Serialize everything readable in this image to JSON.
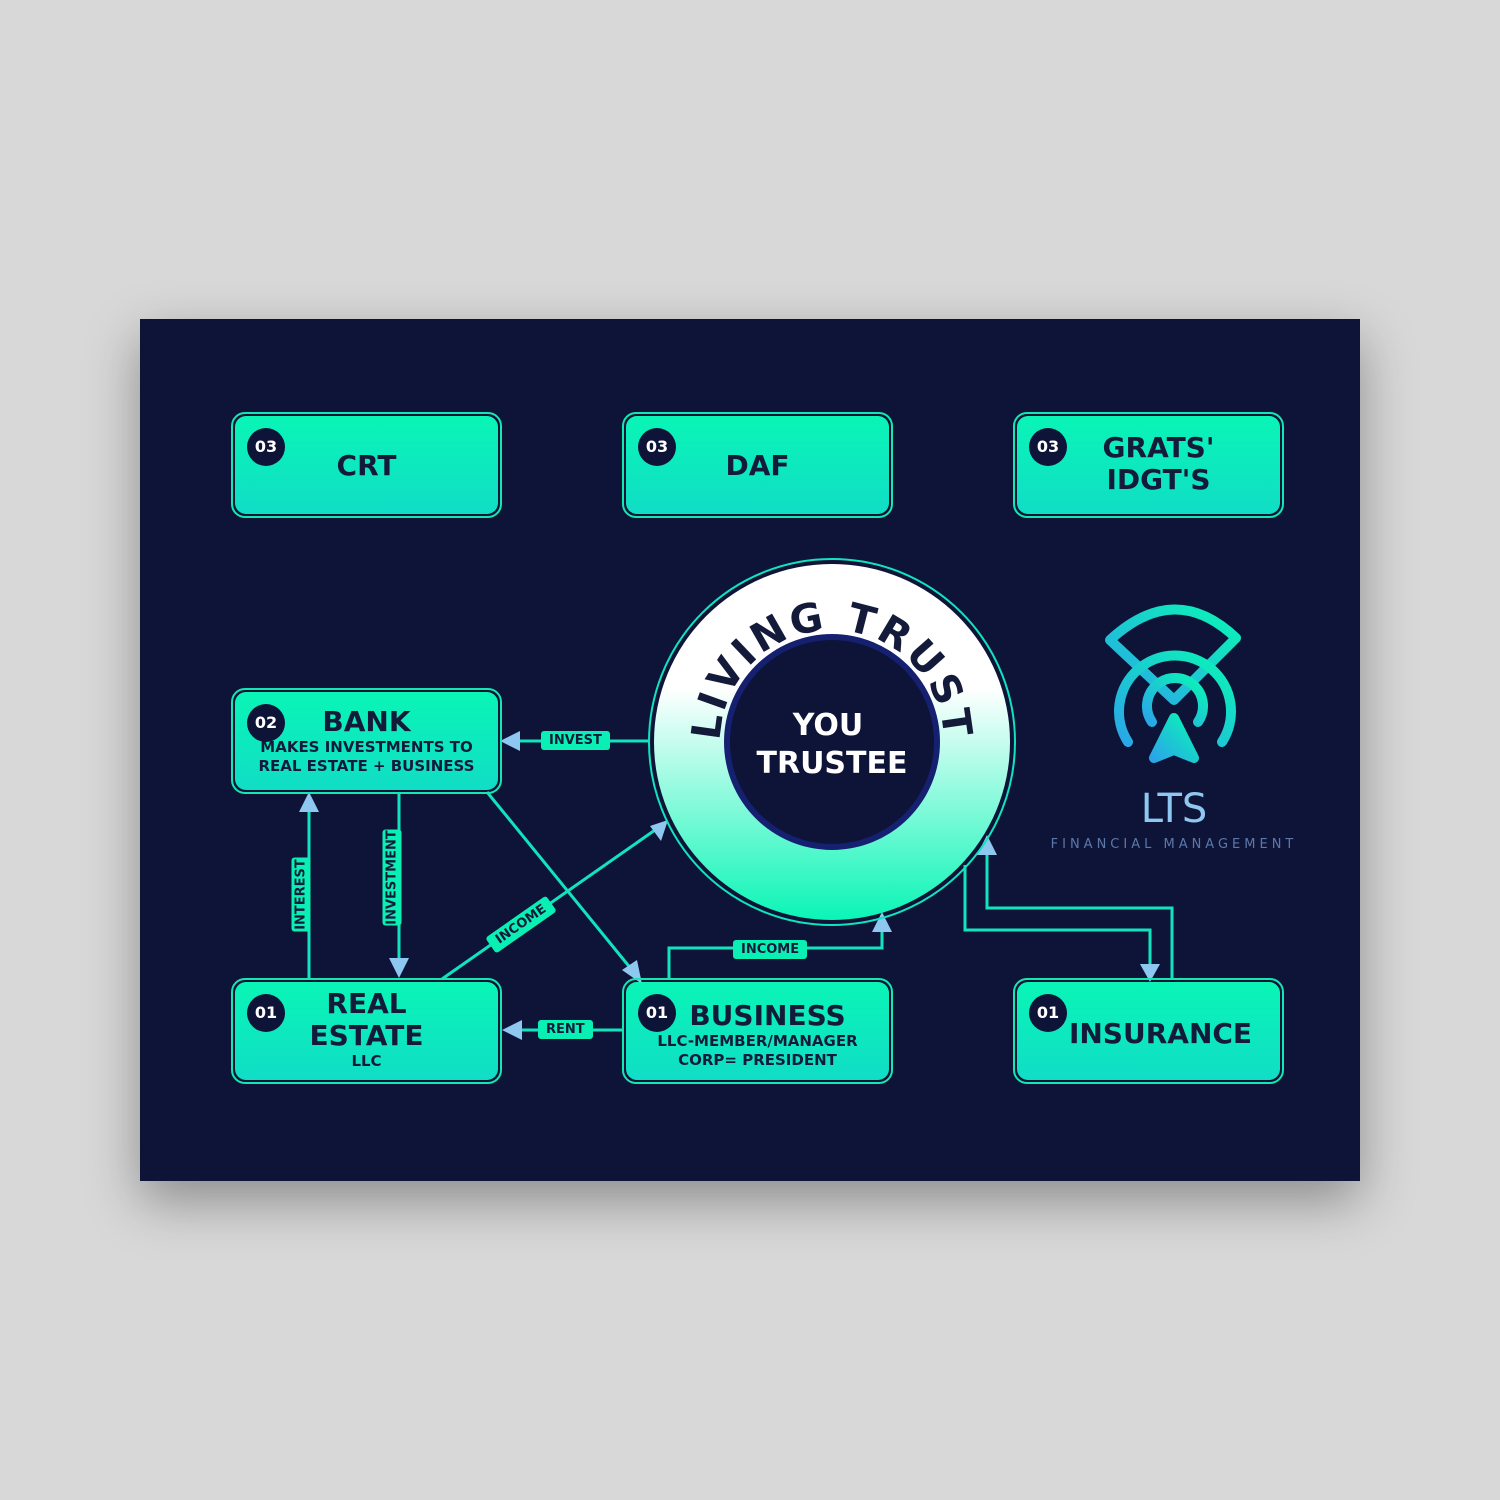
{
  "boxes": {
    "crt": {
      "num": "03",
      "title": "CRT"
    },
    "daf": {
      "num": "03",
      "title": "DAF"
    },
    "grats": {
      "num": "03",
      "title1": "GRATS'",
      "title2": "IDGT'S"
    },
    "bank": {
      "num": "02",
      "title": "BANK",
      "sub1": "MAKES INVESTMENTS TO",
      "sub2": "REAL ESTATE + BUSINESS"
    },
    "real_estate": {
      "num": "01",
      "title1": "REAL",
      "title2": "ESTATE",
      "sub": "LLC"
    },
    "business": {
      "num": "01",
      "title": "BUSINESS",
      "sub1": "LLC-MEMBER/MANAGER",
      "sub2": "CORP= PRESIDENT"
    },
    "insurance": {
      "num": "01",
      "title": "INSURANCE"
    }
  },
  "trust": {
    "arc": "LIVING TRUST",
    "line1": "YOU",
    "line2": "TRUSTEE"
  },
  "flows": {
    "invest": "INVEST",
    "interest": "INTEREST",
    "investment": "INVESTMENT",
    "income1": "INCOME",
    "rent": "RENT",
    "income2": "INCOME"
  },
  "logo": {
    "name": "LTS",
    "tagline": "FINANCIAL MANAGEMENT"
  },
  "colors": {
    "bg": "#0e1438",
    "accent": "#0af5b6",
    "arrow": "#8ec7f0"
  }
}
